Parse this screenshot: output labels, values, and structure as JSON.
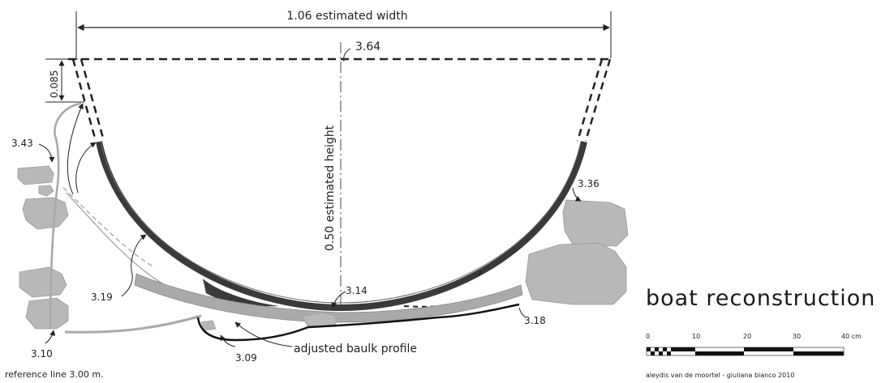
{
  "title": "boat reconstruction",
  "credit": "aleydis van de moortel - giuliana bianco  2010",
  "dimensions": {
    "width": "1.06 estimated width",
    "height": "0.50 estimated height",
    "top_offset": "0.085"
  },
  "labels": {
    "l364": "3.64",
    "l343": "3.43",
    "l336": "3.36",
    "l319": "3.19",
    "l314": "3.14",
    "l318": "3.18",
    "l310": "3.10",
    "l309": "3.09",
    "baulk": "adjusted baulk profile",
    "reference": "reference line 3.00 m."
  },
  "scale_bar": {
    "ticks": [
      "0",
      "10",
      "20",
      "30",
      "40 cm"
    ]
  },
  "colors": {
    "hull": "#3a3a3a",
    "stone": "#b8b8b8",
    "plank": "#aaaaaa",
    "ink": "#222222"
  }
}
